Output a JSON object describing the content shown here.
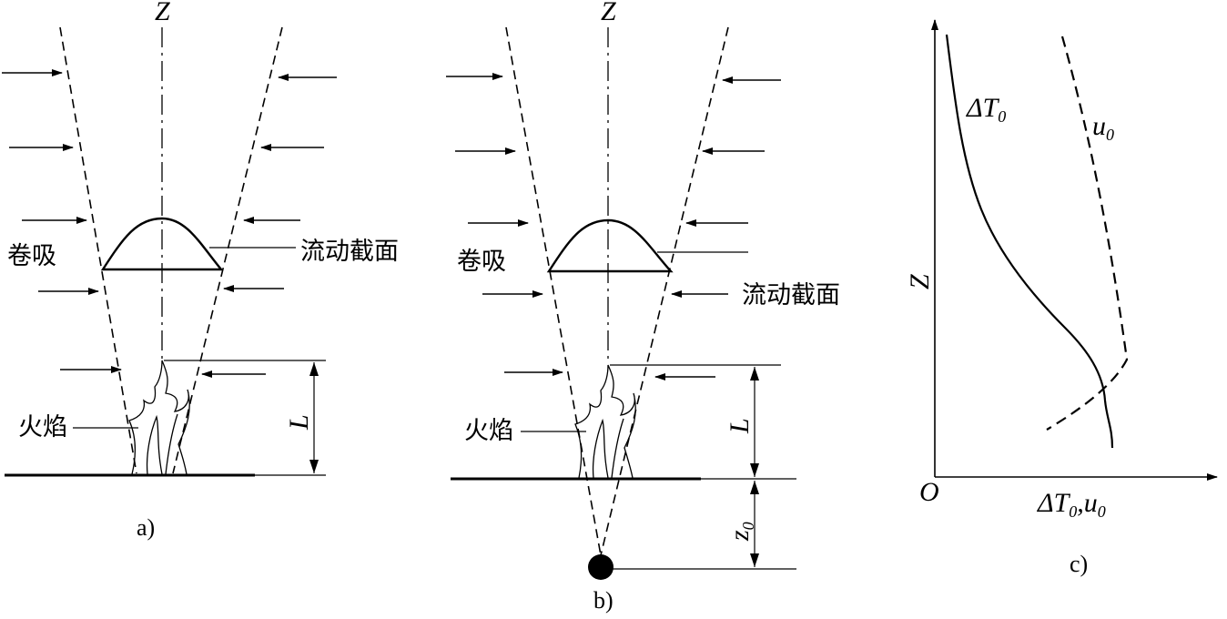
{
  "panel_a": {
    "axis_label": "Z",
    "entrainment_label": "卷吸",
    "section_label": "流动截面",
    "flame_label": "火焰",
    "height_label": "L",
    "caption": "a)"
  },
  "panel_b": {
    "axis_label": "Z",
    "entrainment_label": "卷吸",
    "section_label": "流动截面",
    "flame_label": "火焰",
    "height_label": "L",
    "origin_offset_label": "z",
    "origin_offset_sub": "0",
    "caption": "b)"
  },
  "panel_c": {
    "y_axis_label": "Z",
    "origin_label": "O",
    "x_axis_label": "ΔT",
    "x_axis_sub": "0",
    "x_axis_sep": ",",
    "x_axis_label2": "u",
    "x_axis_sub2": "0",
    "curve_temp_label": "ΔT",
    "curve_temp_sub": "0",
    "curve_vel_label": "u",
    "curve_vel_sub": "0",
    "caption": "c)"
  }
}
